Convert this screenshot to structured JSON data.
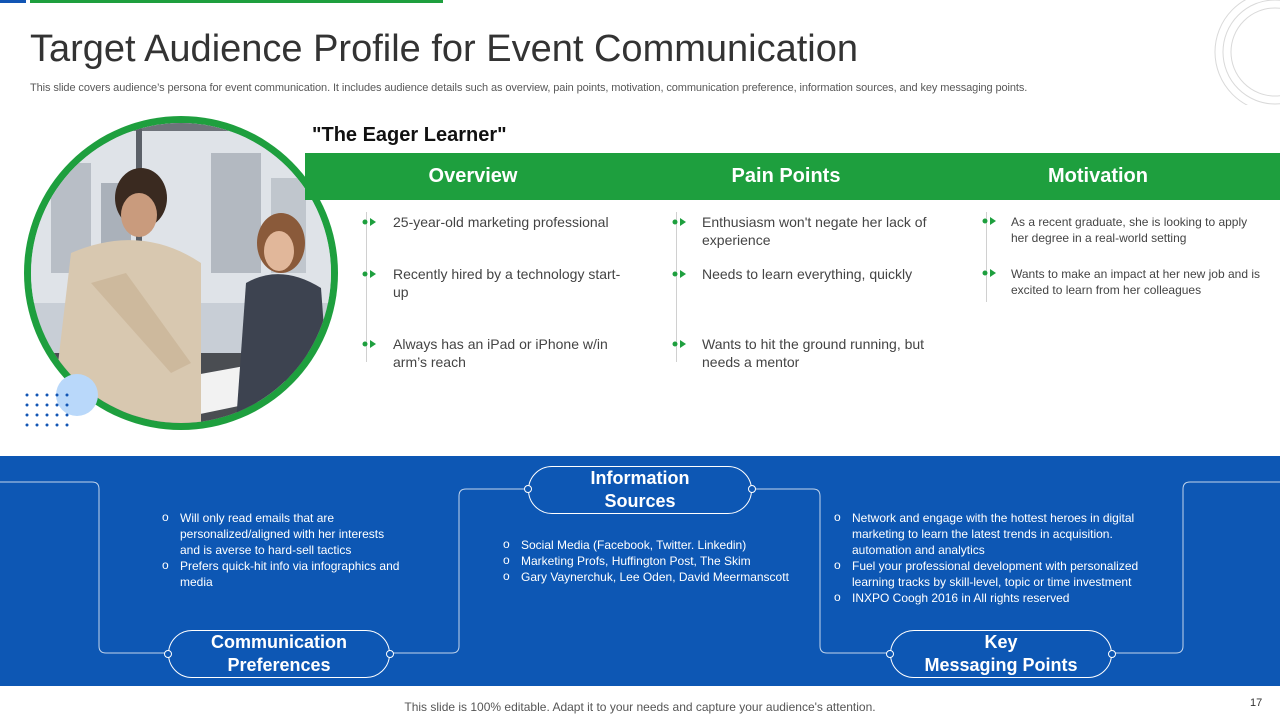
{
  "slide": {
    "title": "Target Audience Profile for Event Communication",
    "subtitle": "This slide covers audience’s persona for event communication. It includes audience details such as overview, pain points, motivation, communication preference, information sources, and key messaging points.",
    "persona_name": "\"The Eager Learner\"",
    "footer": "This slide is 100% editable. Adapt it to your needs and capture your audience's attention.",
    "page_number": "17"
  },
  "columns": {
    "overview": {
      "heading": "Overview",
      "items": [
        "25-year-old marketing professional",
        "Recently hired by a technology start-up",
        "Always has an iPad or iPhone w/in arm’s reach"
      ]
    },
    "pain_points": {
      "heading": "Pain Points",
      "items": [
        "Enthusiasm won't negate her lack of experience",
        "Needs to learn everything, quickly",
        "Wants to hit the ground running, but needs a mentor"
      ]
    },
    "motivation": {
      "heading": "Motivation",
      "items": [
        "As a recent graduate, she is looking to apply her degree in a real-world setting",
        "Wants to make an impact at her new job and is excited to learn from her colleagues"
      ]
    }
  },
  "bottom": {
    "communication": {
      "label_line1": "Communication",
      "label_line2": "Preferences",
      "items": [
        "Will only read emails that are personalized/aligned with her interests and is averse to hard-sell tactics",
        "Prefers quick-hit info via infographics and media"
      ]
    },
    "information": {
      "label_line1": "Information",
      "label_line2": "Sources",
      "items": [
        "Social Media (Facebook, Twitter. Linkedin)",
        "Marketing Profs, Huffington Post, The Skim",
        "Gary Vaynerchuk, Lee Oden, David Meermanscott"
      ]
    },
    "messaging": {
      "label_line1": "Key",
      "label_line2": "Messaging Points",
      "items": [
        "Network and engage with the hottest heroes in digital marketing to learn the latest trends in acquisition. automation and analytics",
        "Fuel your professional development with personalized learning tracks by skill-level, topic or time investment",
        "INXPO Coogh 2016 in All rights reserved"
      ]
    }
  },
  "colors": {
    "green": "#1e9f3e",
    "blue": "#0d57b4",
    "light_blue": "#b9d8fa"
  },
  "icons": {
    "bullet": "double-arrow-bullet-icon"
  }
}
